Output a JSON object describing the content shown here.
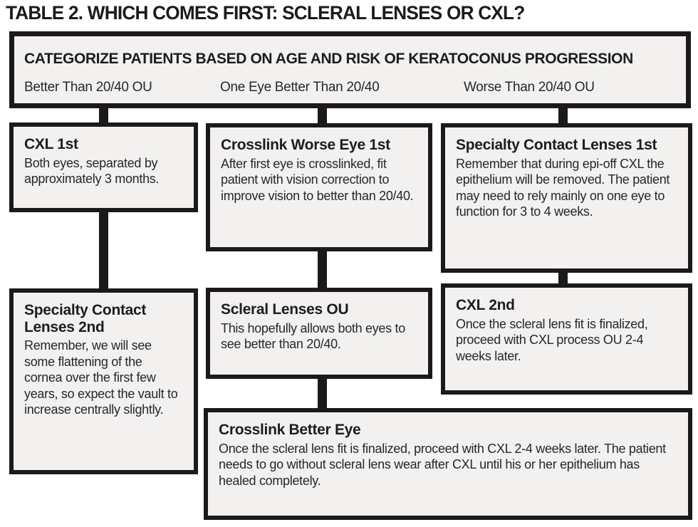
{
  "page": {
    "title": "TABLE 2. WHICH COMES FIRST: SCLERAL LENSES OR CXL?"
  },
  "colors": {
    "box_fill": "#f2f1ef",
    "box_border": "#1c191c",
    "text": "#28262e",
    "background": "#ffffff"
  },
  "header": {
    "title": "CATEGORIZE PATIENTS BASED ON AGE AND RISK OF KERATOCONUS PROGRESSION",
    "columns": [
      {
        "label": "Better Than 20/40 OU"
      },
      {
        "label": "One Eye Better Than 20/40"
      },
      {
        "label": "Worse Than 20/40 OU"
      }
    ]
  },
  "flow": {
    "col1": [
      {
        "heading": "CXL 1st",
        "body": "Both eyes, separated by approximately 3 months."
      },
      {
        "heading": "Specialty Contact Lenses 2nd",
        "body": "Remember, we will see some flattening of the cornea over the first few years, so expect the vault to increase centrally slightly."
      }
    ],
    "col2": [
      {
        "heading": "Crosslink Worse Eye 1st",
        "body": "After first eye is crosslinked, fit patient with vision correction to improve vision to better than 20/40."
      },
      {
        "heading": "Scleral Lenses OU",
        "body": "This hopefully allows both eyes to see better than 20/40."
      }
    ],
    "col3": [
      {
        "heading": "Specialty Contact Lenses 1st",
        "body": "Remember that during epi-off CXL the epithelium will be removed. The patient may need to rely mainly on one eye to function for 3 to 4 weeks."
      },
      {
        "heading": "CXL 2nd",
        "body": "Once the scleral lens fit is finalized, proceed with CXL process OU 2-4 weeks later."
      }
    ],
    "bottom": {
      "heading": "Crosslink Better Eye",
      "body": "Once the scleral lens fit is finalized, proceed with CXL 2-4 weeks later. The patient needs to go without scleral lens wear after CXL until his or her epithelium has healed completely."
    }
  }
}
